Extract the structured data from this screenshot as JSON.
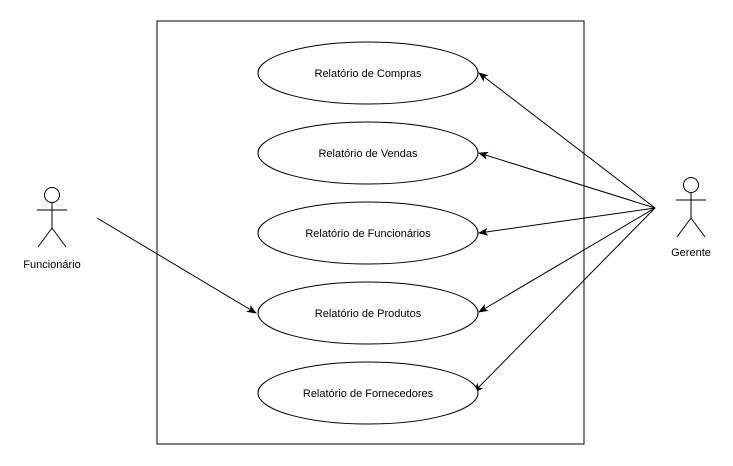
{
  "diagram": {
    "actors": [
      {
        "id": "funcionario",
        "label": "Funcionário"
      },
      {
        "id": "gerente",
        "label": "Gerente"
      }
    ],
    "use_cases": [
      {
        "id": "compras",
        "label": "Relatório de Compras"
      },
      {
        "id": "vendas",
        "label": "Relatório de Vendas"
      },
      {
        "id": "funcionarios",
        "label": "Relatório de Funcionários"
      },
      {
        "id": "produtos",
        "label": "Relatório de Produtos"
      },
      {
        "id": "fornecedores",
        "label": "Relatório de Fornecedores"
      }
    ],
    "associations": [
      {
        "from": "funcionario",
        "to": "produtos"
      },
      {
        "from": "gerente",
        "to": "compras"
      },
      {
        "from": "gerente",
        "to": "vendas"
      },
      {
        "from": "gerente",
        "to": "funcionarios"
      },
      {
        "from": "gerente",
        "to": "produtos"
      },
      {
        "from": "gerente",
        "to": "fornecedores"
      }
    ]
  }
}
